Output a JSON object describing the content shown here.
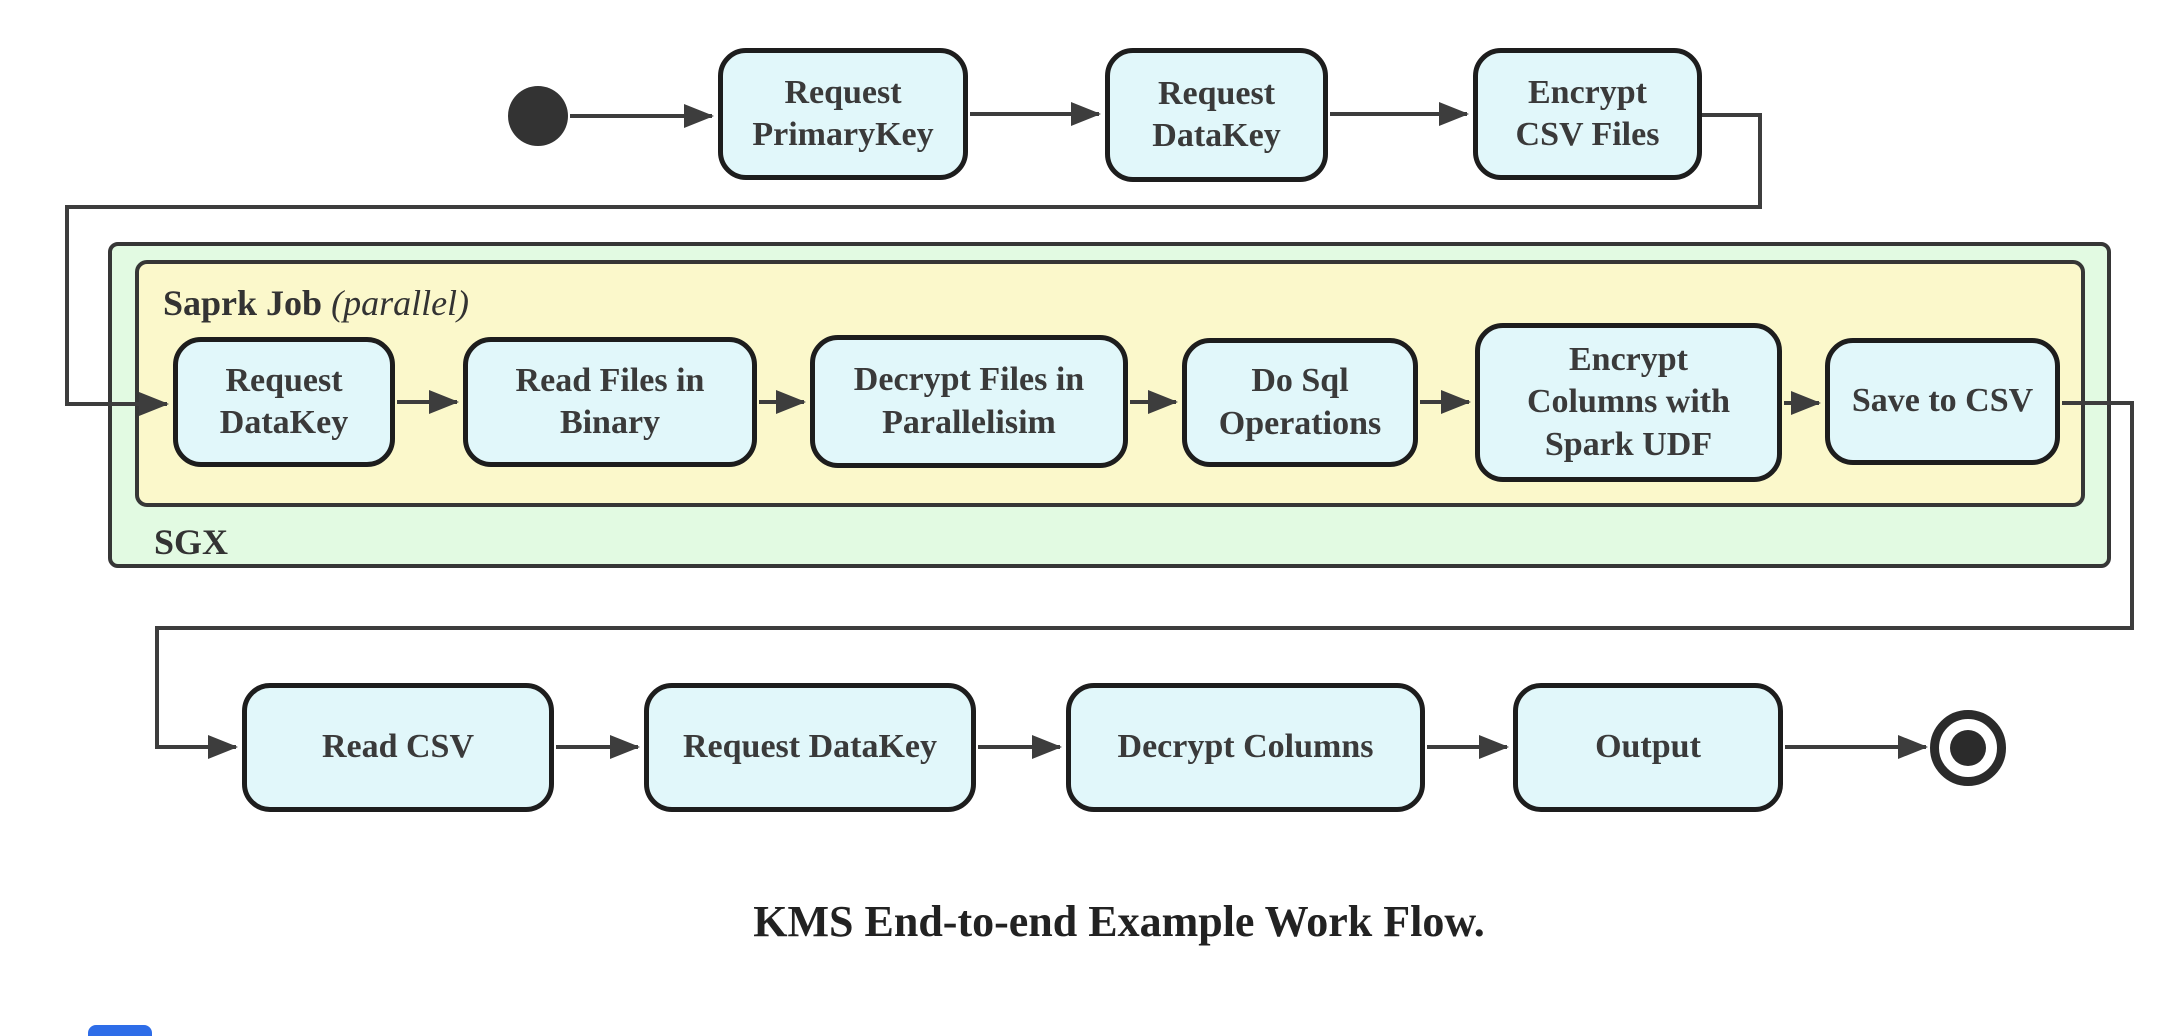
{
  "diagram": {
    "caption": "KMS End-to-end Example Work Flow.",
    "containers": {
      "sgx": {
        "label": "SGX"
      },
      "spark_job": {
        "label": "Saprk Job",
        "qualifier": "(parallel)"
      }
    },
    "nodes": {
      "request_primarykey": "Request\nPrimaryKey",
      "request_datakey_top": "Request\nDataKey",
      "encrypt_csv_files": "Encrypt\nCSV Files",
      "request_datakey_sgx": "Request\nDataKey",
      "read_files_in_binary": "Read Files in\nBinary",
      "decrypt_files_in_parallelisim": "Decrypt Files in\nParallelisim",
      "do_sql_operations": "Do Sql\nOperations",
      "encrypt_columns_with_spark_udf": "Encrypt\nColumns with\nSpark UDF",
      "save_to_csv": "Save to CSV",
      "read_csv": "Read CSV",
      "request_datakey_out": "Request DataKey",
      "decrypt_columns": "Decrypt Columns",
      "output": "Output"
    },
    "colors": {
      "node_fill": "#e1f7fa",
      "sgx_fill": "#e2fae2",
      "spark_job_fill": "#fbf8cb",
      "line": "#3d3d3d",
      "text": "#3a3a3a"
    }
  }
}
